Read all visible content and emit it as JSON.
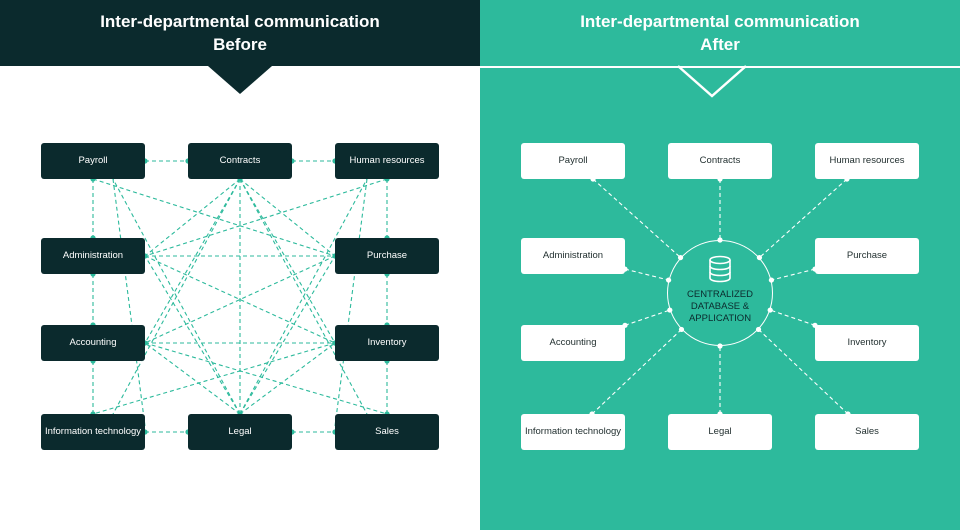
{
  "before": {
    "title_line1": "Inter-departmental communication",
    "title_line2": "Before",
    "nodes": [
      "Payroll",
      "Contracts",
      "Human resources",
      "Administration",
      "Purchase",
      "Accounting",
      "Inventory",
      "Information technology",
      "Legal",
      "Sales"
    ]
  },
  "after": {
    "title_line1": "Inter-departmental communication",
    "title_line2": "After",
    "nodes": [
      "Payroll",
      "Contracts",
      "Human resources",
      "Administration",
      "Purchase",
      "Accounting",
      "Inventory",
      "Information technology",
      "Legal",
      "Sales"
    ],
    "hub_label": "CENTRALIZED DATABASE & APPLICATION",
    "hub_icon": "database-icon"
  },
  "colors": {
    "dark": "#0b2a2d",
    "teal": "#2dba9c",
    "white": "#ffffff",
    "link": "#2dba9c"
  }
}
